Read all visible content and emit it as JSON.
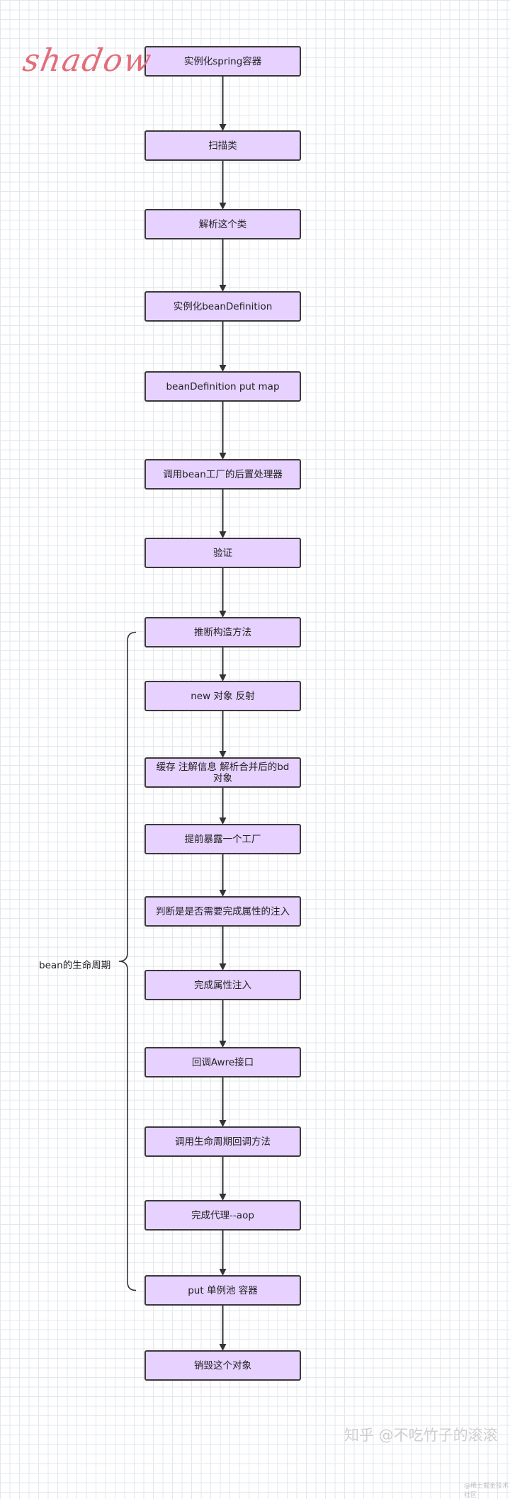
{
  "signature": "shadow",
  "nodes": [
    {
      "id": "instantiate-container",
      "label": "实例化spring容器"
    },
    {
      "id": "scan-classes",
      "label": "扫描类"
    },
    {
      "id": "parse-class",
      "label": "解析这个类"
    },
    {
      "id": "instantiate-bean-definition",
      "label": "实例化beanDefinition"
    },
    {
      "id": "bean-definition-put-map",
      "label": "beanDefinition put map"
    },
    {
      "id": "call-bean-factory-post-processor",
      "label": "调用bean工厂的后置处理器"
    },
    {
      "id": "validate",
      "label": "验证"
    },
    {
      "id": "infer-constructor",
      "label": "推断构造方法"
    },
    {
      "id": "new-object-reflection",
      "label": "new 对象 反射"
    },
    {
      "id": "cache-annotation-info",
      "label": "缓存 注解信息 解析合并后的bd 对象"
    },
    {
      "id": "expose-factory-early",
      "label": "提前暴露一个工厂"
    },
    {
      "id": "check-property-injection",
      "label": "判断是是否需要完成属性的注入"
    },
    {
      "id": "complete-property-injection",
      "label": "完成属性注入"
    },
    {
      "id": "callback-aware-interface",
      "label": "回调Awre接口"
    },
    {
      "id": "call-lifecycle-callbacks",
      "label": "调用生命周期回调方法"
    },
    {
      "id": "complete-proxy-aop",
      "label": "完成代理--aop"
    },
    {
      "id": "put-singleton-pool",
      "label": "put 单例池 容器"
    },
    {
      "id": "destroy-object",
      "label": "销毁这个对象"
    }
  ],
  "brace": {
    "label": "bean的生命周期",
    "from_node": 7,
    "to_node": 16
  },
  "watermark": "知乎 @不吃竹子的滚滚",
  "watermark_small": "@稀土掘金技术社区"
}
